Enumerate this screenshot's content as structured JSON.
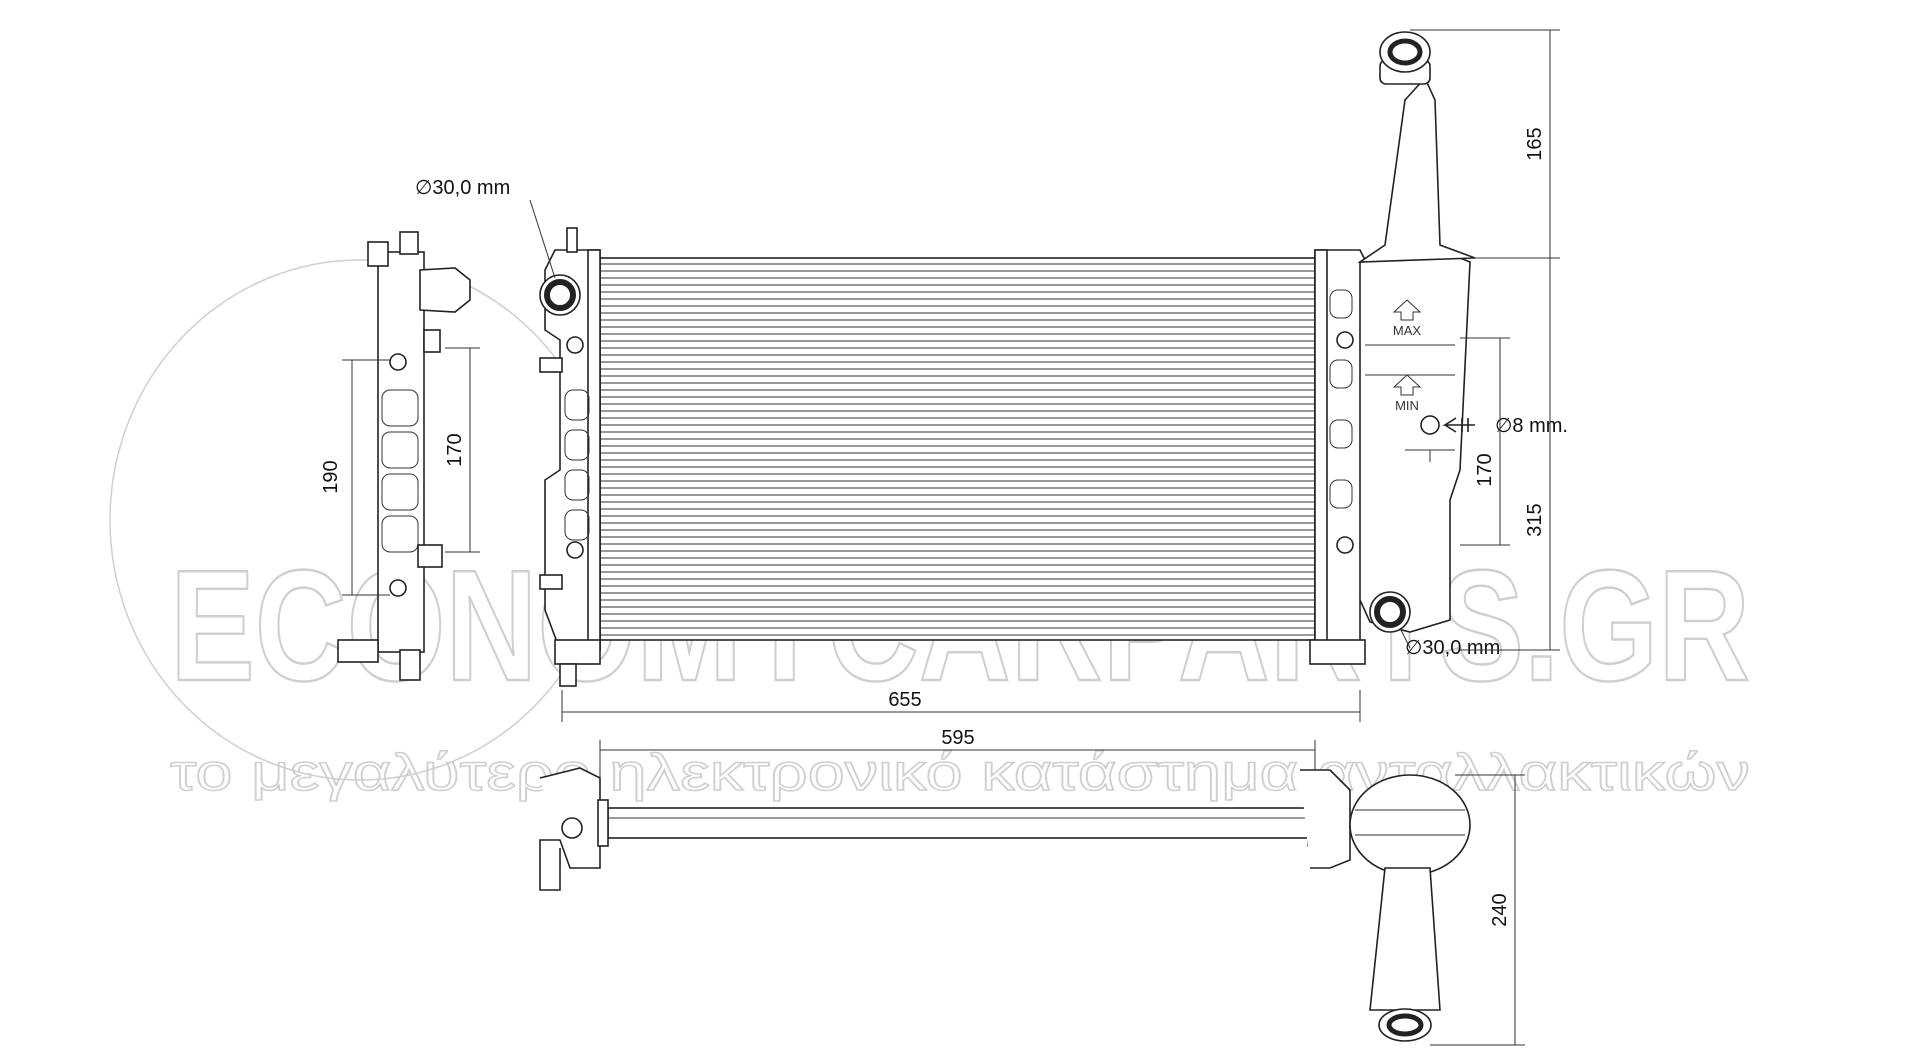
{
  "watermark": {
    "brand": "ECONOMYCARPARTS.GR",
    "tagline": "το μεγαλύτερο ηλεκτρονικό κατάστημα ανταλλακτικών"
  },
  "dimensions": {
    "top_diameter_label": "∅30,0 mm",
    "bottom_diameter_label": "∅30,0 mm",
    "drain_diameter_label": "∅8 mm.",
    "width_overall": "655",
    "width_core": "595",
    "height_filler": "165",
    "height_tank_left_a": "190",
    "height_tank_left_b": "170",
    "height_tank_right_a": "170",
    "height_tank_right_b": "315",
    "depth_bottom_view": "240"
  },
  "tank_marks": {
    "max": "MAX",
    "min": "MIN"
  },
  "colors": {
    "line": "#222222",
    "watermark": "#cfcfcf",
    "background": "#ffffff"
  }
}
